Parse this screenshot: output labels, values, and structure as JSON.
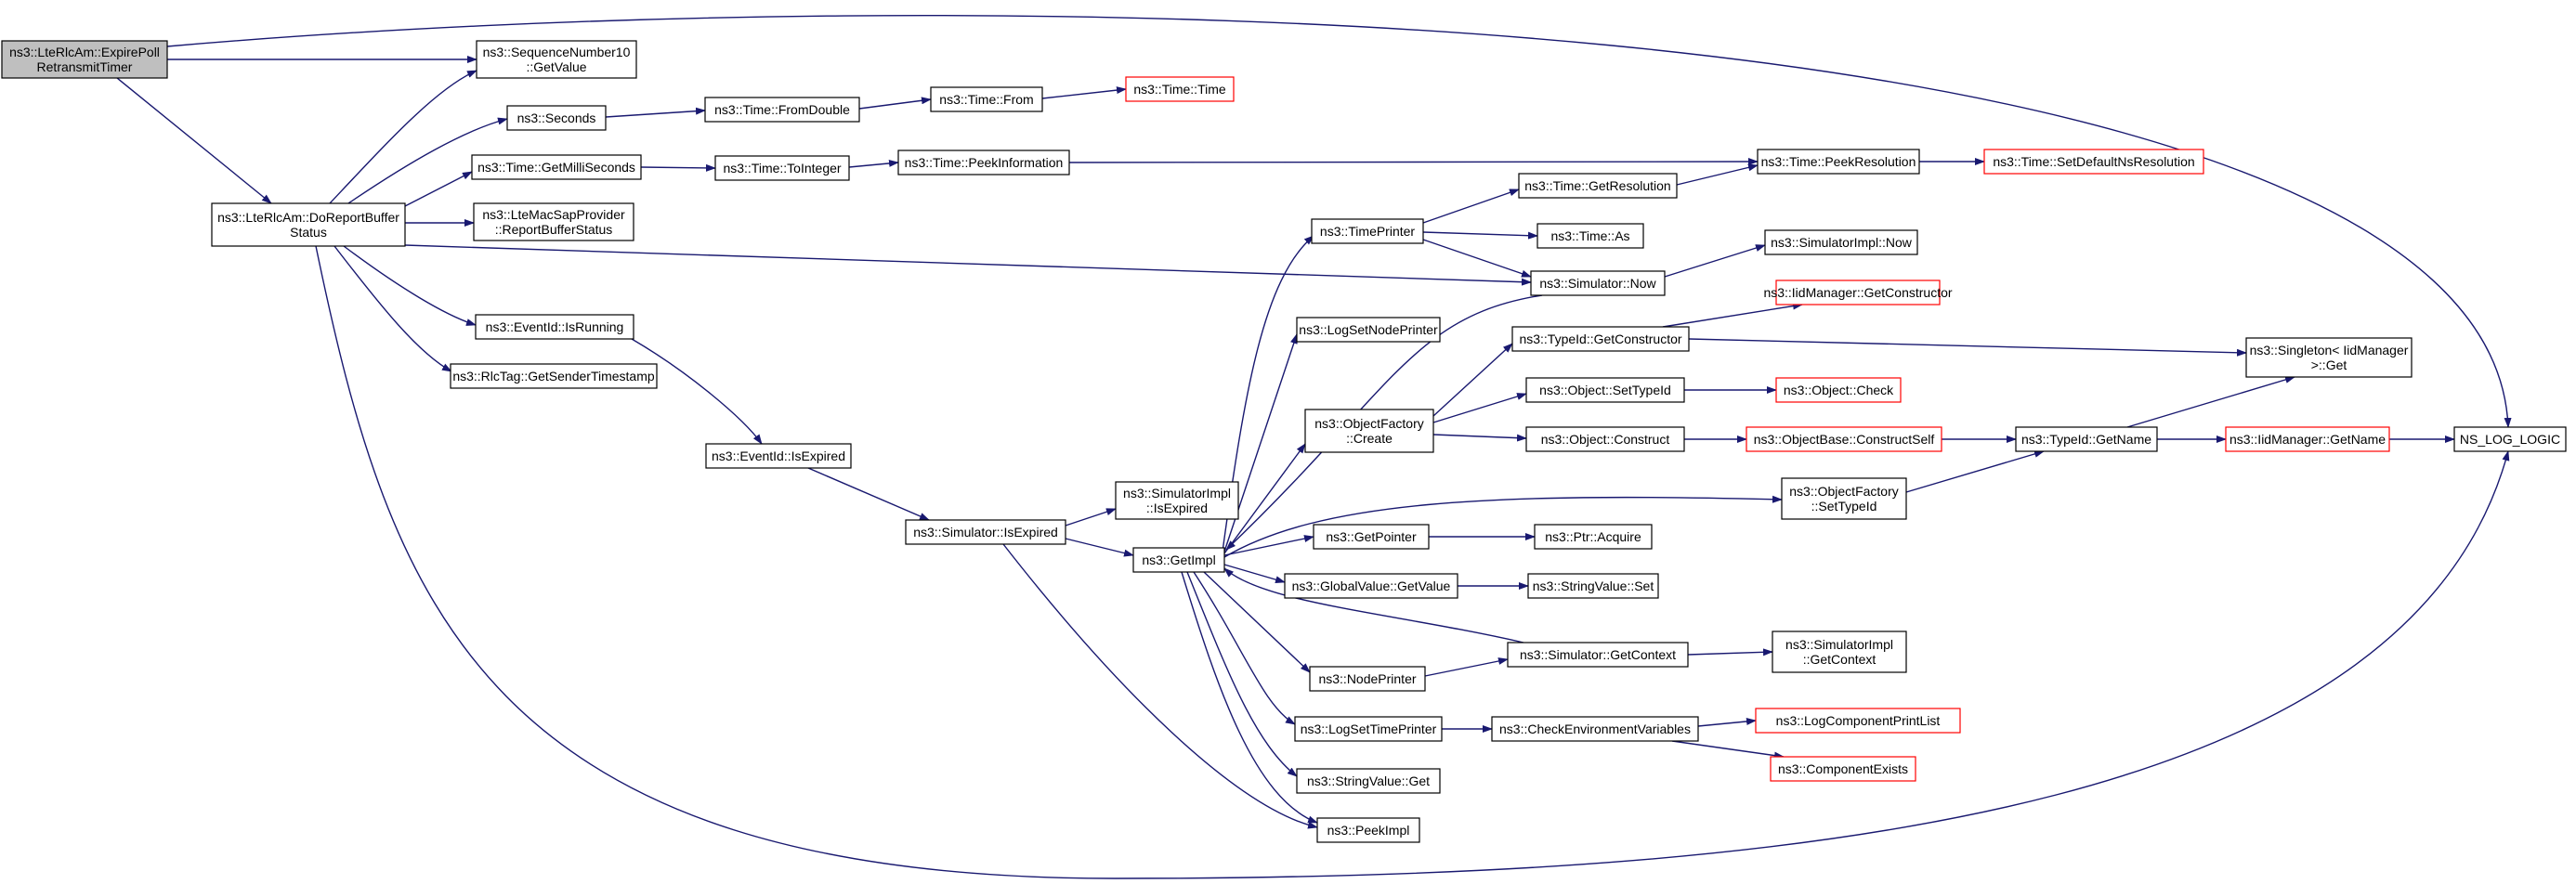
{
  "colors": {
    "edge": "#191970",
    "node_border": "#000000",
    "node_border_truncated": "#ff0000",
    "root_fill": "#bfbfbf",
    "node_fill": "#ffffff",
    "text": "#000000"
  },
  "nodes": [
    {
      "id": "expirePoll",
      "lines": [
        "ns3::LteRlcAm::ExpirePoll",
        "RetransmitTimer"
      ],
      "root": true
    },
    {
      "id": "seqGetValue",
      "lines": [
        "ns3::SequenceNumber10",
        "::GetValue"
      ]
    },
    {
      "id": "seconds",
      "lines": [
        "ns3::Seconds"
      ]
    },
    {
      "id": "fromDouble",
      "lines": [
        "ns3::Time::FromDouble"
      ]
    },
    {
      "id": "from",
      "lines": [
        "ns3::Time::From"
      ]
    },
    {
      "id": "timeTime",
      "lines": [
        "ns3::Time::Time"
      ],
      "truncated": true
    },
    {
      "id": "getMilli",
      "lines": [
        "ns3::Time::GetMilliSeconds"
      ]
    },
    {
      "id": "toInteger",
      "lines": [
        "ns3::Time::ToInteger"
      ]
    },
    {
      "id": "peekInfo",
      "lines": [
        "ns3::Time::PeekInformation"
      ]
    },
    {
      "id": "peekRes",
      "lines": [
        "ns3::Time::PeekResolution"
      ]
    },
    {
      "id": "setDefNs",
      "lines": [
        "ns3::Time::SetDefaultNsResolution"
      ],
      "truncated": true
    },
    {
      "id": "doReport",
      "lines": [
        "ns3::LteRlcAm::DoReportBuffer",
        "Status"
      ]
    },
    {
      "id": "reportBuf",
      "lines": [
        "ns3::LteMacSapProvider",
        "::ReportBufferStatus"
      ]
    },
    {
      "id": "timePrinter",
      "lines": [
        "ns3::TimePrinter"
      ]
    },
    {
      "id": "getRes",
      "lines": [
        "ns3::Time::GetResolution"
      ]
    },
    {
      "id": "timeAs",
      "lines": [
        "ns3::Time::As"
      ]
    },
    {
      "id": "simNow",
      "lines": [
        "ns3::Simulator::Now"
      ]
    },
    {
      "id": "simImplNow",
      "lines": [
        "ns3::SimulatorImpl::Now"
      ]
    },
    {
      "id": "iidGetCons",
      "lines": [
        "ns3::IidManager::GetConstructor"
      ],
      "truncated": true
    },
    {
      "id": "isRunning",
      "lines": [
        "ns3::EventId::IsRunning"
      ]
    },
    {
      "id": "logSetNode",
      "lines": [
        "ns3::LogSetNodePrinter"
      ]
    },
    {
      "id": "getCons",
      "lines": [
        "ns3::TypeId::GetConstructor"
      ]
    },
    {
      "id": "singleton",
      "lines": [
        "ns3::Singleton< IidManager",
        " >::Get"
      ]
    },
    {
      "id": "rlcTag",
      "lines": [
        "ns3::RlcTag::GetSenderTimestamp"
      ]
    },
    {
      "id": "setTypeId",
      "lines": [
        "ns3::Object::SetTypeId"
      ]
    },
    {
      "id": "objCheck",
      "lines": [
        "ns3::Object::Check"
      ],
      "truncated": true
    },
    {
      "id": "ofCreate",
      "lines": [
        "ns3::ObjectFactory",
        "::Create"
      ]
    },
    {
      "id": "objConstruct",
      "lines": [
        "ns3::Object::Construct"
      ]
    },
    {
      "id": "constructSelf",
      "lines": [
        "ns3::ObjectBase::ConstructSelf"
      ],
      "truncated": true
    },
    {
      "id": "typeGetName",
      "lines": [
        "ns3::TypeId::GetName"
      ]
    },
    {
      "id": "iidGetName",
      "lines": [
        "ns3::IidManager::GetName"
      ],
      "truncated": true
    },
    {
      "id": "nsLog",
      "lines": [
        "NS_LOG_LOGIC"
      ]
    },
    {
      "id": "isExpired",
      "lines": [
        "ns3::EventId::IsExpired"
      ]
    },
    {
      "id": "ofSetTypeId",
      "lines": [
        "ns3::ObjectFactory",
        "::SetTypeId"
      ]
    },
    {
      "id": "simImplIsExp",
      "lines": [
        "ns3::SimulatorImpl",
        "::IsExpired"
      ]
    },
    {
      "id": "simIsExp",
      "lines": [
        "ns3::Simulator::IsExpired"
      ]
    },
    {
      "id": "getImpl",
      "lines": [
        "ns3::GetImpl"
      ]
    },
    {
      "id": "getPointer",
      "lines": [
        "ns3::GetPointer"
      ]
    },
    {
      "id": "ptrAcquire",
      "lines": [
        "ns3::Ptr::Acquire"
      ]
    },
    {
      "id": "gvGetValue",
      "lines": [
        "ns3::GlobalValue::GetValue"
      ]
    },
    {
      "id": "svSet",
      "lines": [
        "ns3::StringValue::Set"
      ]
    },
    {
      "id": "simGetCtx",
      "lines": [
        "ns3::Simulator::GetContext"
      ]
    },
    {
      "id": "simImplGetCtx",
      "lines": [
        "ns3::SimulatorImpl",
        "::GetContext"
      ]
    },
    {
      "id": "nodePrinter",
      "lines": [
        "ns3::NodePrinter"
      ]
    },
    {
      "id": "logSetTime",
      "lines": [
        "ns3::LogSetTimePrinter"
      ]
    },
    {
      "id": "checkEnv",
      "lines": [
        "ns3::CheckEnvironmentVariables"
      ]
    },
    {
      "id": "logCompPrint",
      "lines": [
        "ns3::LogComponentPrintList"
      ],
      "truncated": true
    },
    {
      "id": "compExists",
      "lines": [
        "ns3::ComponentExists"
      ],
      "truncated": true
    },
    {
      "id": "svGet",
      "lines": [
        "ns3::StringValue::Get"
      ]
    },
    {
      "id": "peekImpl",
      "lines": [
        "ns3::PeekImpl"
      ]
    }
  ],
  "edges": [
    [
      "expirePoll",
      "seqGetValue"
    ],
    [
      "expirePoll",
      "doReport"
    ],
    [
      "expirePoll",
      "nsLog"
    ],
    [
      "doReport",
      "seqGetValue"
    ],
    [
      "doReport",
      "seconds"
    ],
    [
      "doReport",
      "getMilli"
    ],
    [
      "doReport",
      "reportBuf"
    ],
    [
      "doReport",
      "simNow"
    ],
    [
      "doReport",
      "isRunning"
    ],
    [
      "doReport",
      "rlcTag"
    ],
    [
      "doReport",
      "nsLog"
    ],
    [
      "seconds",
      "fromDouble"
    ],
    [
      "fromDouble",
      "from"
    ],
    [
      "from",
      "timeTime"
    ],
    [
      "getMilli",
      "toInteger"
    ],
    [
      "toInteger",
      "peekInfo"
    ],
    [
      "peekInfo",
      "peekRes"
    ],
    [
      "peekRes",
      "setDefNs"
    ],
    [
      "timePrinter",
      "getRes"
    ],
    [
      "timePrinter",
      "timeAs"
    ],
    [
      "timePrinter",
      "simNow"
    ],
    [
      "getRes",
      "peekRes"
    ],
    [
      "simNow",
      "simImplNow"
    ],
    [
      "simNow",
      "getImpl"
    ],
    [
      "isRunning",
      "isExpired"
    ],
    [
      "isExpired",
      "simIsExp"
    ],
    [
      "simIsExp",
      "simImplIsExp"
    ],
    [
      "simIsExp",
      "getImpl"
    ],
    [
      "simIsExp",
      "peekImpl"
    ],
    [
      "getImpl",
      "timePrinter"
    ],
    [
      "getImpl",
      "logSetNode"
    ],
    [
      "getImpl",
      "ofCreate"
    ],
    [
      "getImpl",
      "ofSetTypeId"
    ],
    [
      "getImpl",
      "getPointer"
    ],
    [
      "getImpl",
      "gvGetValue"
    ],
    [
      "getImpl",
      "nodePrinter"
    ],
    [
      "getImpl",
      "logSetTime"
    ],
    [
      "getImpl",
      "svGet"
    ],
    [
      "getImpl",
      "peekImpl"
    ],
    [
      "simGetCtx",
      "getImpl"
    ],
    [
      "ofCreate",
      "getCons"
    ],
    [
      "ofCreate",
      "setTypeId"
    ],
    [
      "ofCreate",
      "objConstruct"
    ],
    [
      "getCons",
      "iidGetCons"
    ],
    [
      "getCons",
      "singleton"
    ],
    [
      "setTypeId",
      "objCheck"
    ],
    [
      "objConstruct",
      "constructSelf"
    ],
    [
      "constructSelf",
      "typeGetName"
    ],
    [
      "ofSetTypeId",
      "typeGetName"
    ],
    [
      "typeGetName",
      "singleton"
    ],
    [
      "typeGetName",
      "iidGetName"
    ],
    [
      "iidGetName",
      "nsLog"
    ],
    [
      "getPointer",
      "ptrAcquire"
    ],
    [
      "gvGetValue",
      "svSet"
    ],
    [
      "nodePrinter",
      "simGetCtx"
    ],
    [
      "simGetCtx",
      "simImplGetCtx"
    ],
    [
      "logSetTime",
      "checkEnv"
    ],
    [
      "checkEnv",
      "logCompPrint"
    ],
    [
      "checkEnv",
      "compExists"
    ]
  ]
}
